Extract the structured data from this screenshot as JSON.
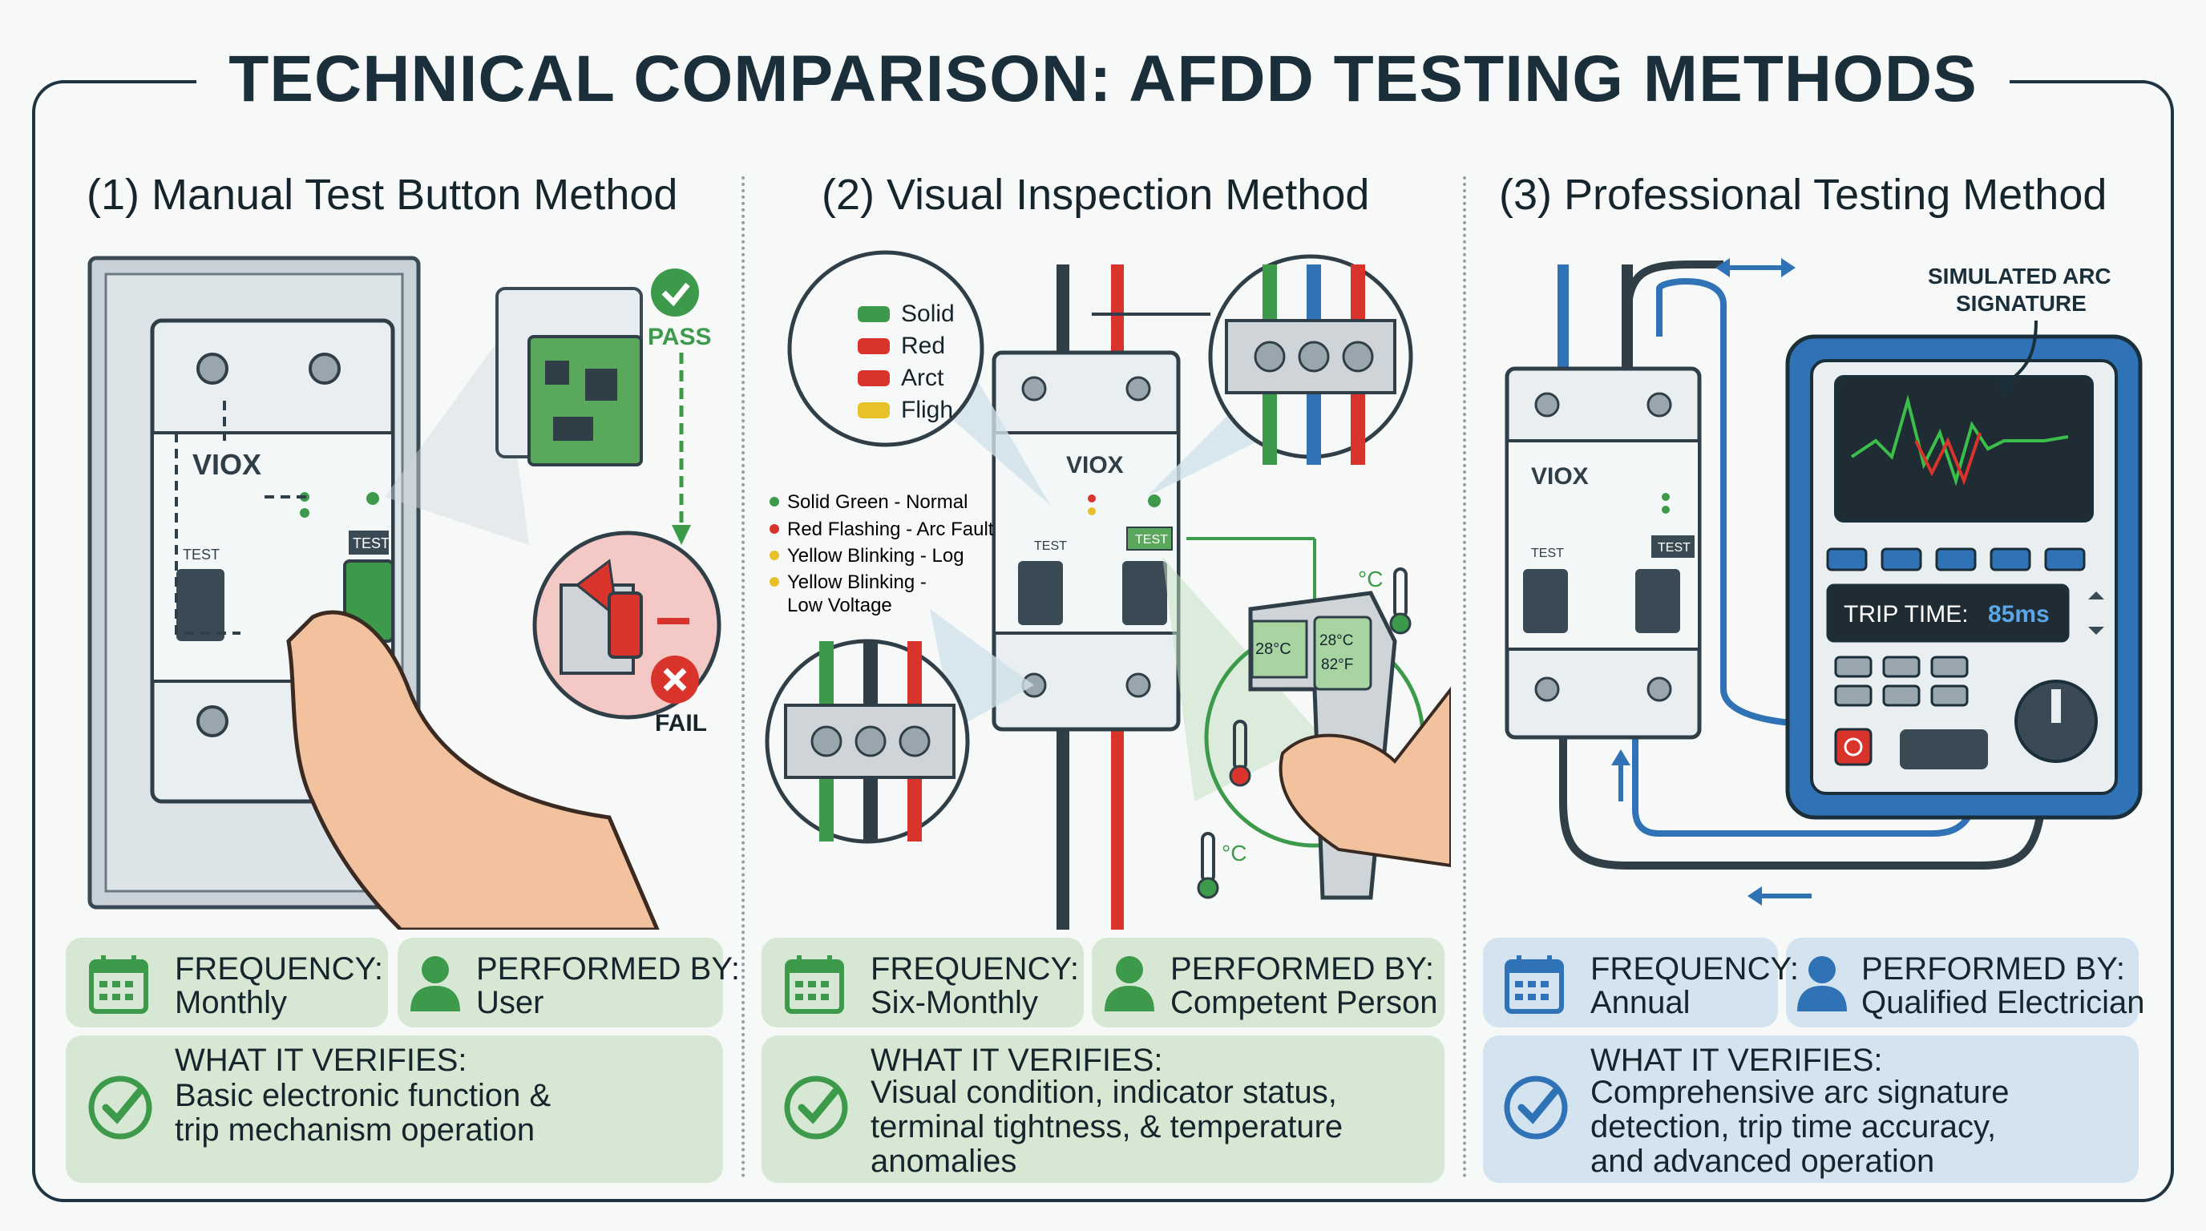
{
  "title": "TECHNICAL COMPARISON: AFDD TESTING METHODS",
  "colors": {
    "green": "#3c9a4a",
    "blue": "#2f72b5",
    "dark": "#1b2f3b",
    "red": "#d8342c"
  },
  "methods": [
    {
      "heading": "(1) Manual Test Button Method",
      "brand": "VIOX",
      "test_label_left": "TEST",
      "test_label_right": "TEST",
      "pass_label": "PASS",
      "fail_label": "FAIL",
      "frequency_label": "FREQUENCY:",
      "frequency_value": "Monthly",
      "performed_label": "PERFORMED BY:",
      "performed_value": "User",
      "verifies_label": "WHAT IT VERIFIES:",
      "verifies_lines": [
        "Basic electronic function &",
        "trip mechanism operation"
      ]
    },
    {
      "heading": "(2) Visual Inspection Method",
      "brand": "VIOX",
      "test_label_left": "TEST",
      "test_label_right": "TEST",
      "legend_bubble": [
        "Solid",
        "Red",
        "Arct",
        "Fligh"
      ],
      "legend_list": [
        "Solid Green - Normal",
        "Red Flashing - Arc Fault",
        "Yellow Blinking - Log",
        "Yellow Blinking -",
        "Low Voltage"
      ],
      "thermo_display_left": "28°C",
      "thermo_display_right_c": "28°C",
      "thermo_display_right_f": "82°F",
      "deg_c_upper": "°C",
      "deg_c_lower": "°C",
      "frequency_label": "FREQUENCY:",
      "frequency_value": "Six-Monthly",
      "performed_label": "PERFORMED BY:",
      "performed_value": "Competent Person",
      "verifies_label": "WHAT IT VERIFIES:",
      "verifies_lines": [
        "Visual condition, indicator status,",
        "terminal tightness, & temperature",
        "anomalies"
      ]
    },
    {
      "heading": "(3) Professional Testing Method",
      "brand": "VIOX",
      "test_label_left": "TEST",
      "test_label_right": "TEST",
      "simulated_label_1": "SIMULATED ARC",
      "simulated_label_2": "SIGNATURE",
      "trip_label": "TRIP TIME:",
      "trip_value": "85ms",
      "frequency_label": "FREQUENCY:",
      "frequency_value": "Annual",
      "performed_label": "PERFORMED BY:",
      "performed_value": "Qualified Electrician",
      "verifies_label": "WHAT IT VERIFIES:",
      "verifies_lines": [
        "Comprehensive arc signature",
        "detection, trip time accuracy,",
        "and advanced operation"
      ]
    }
  ]
}
